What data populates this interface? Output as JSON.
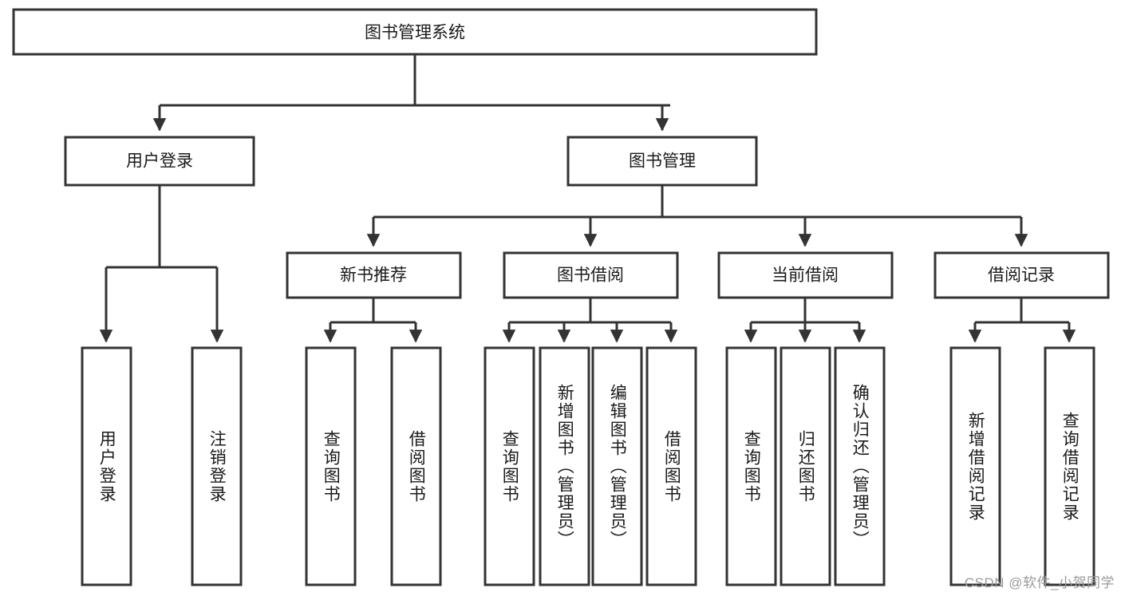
{
  "diagram": {
    "title": "图书管理系统",
    "type": "tree-hierarchy",
    "background_color": "#ffffff",
    "stroke_color": "#333333",
    "text_color": "#1a1a1a",
    "root": {
      "label": "图书管理系统",
      "level": 1
    },
    "level2": [
      {
        "label": "用户登录"
      },
      {
        "label": "图书管理"
      }
    ],
    "level3": [
      {
        "label": "新书推荐"
      },
      {
        "label": "图书借阅"
      },
      {
        "label": "当前借阅"
      },
      {
        "label": "借阅记录"
      }
    ],
    "leaves": {
      "user_login": [
        {
          "label": "用户登录"
        },
        {
          "label": "注销登录"
        }
      ],
      "new_book_recommend": [
        {
          "label": "查询图书"
        },
        {
          "label": "借阅图书"
        }
      ],
      "book_borrow": [
        {
          "label": "查询图书"
        },
        {
          "label": "新增图书（管理员）"
        },
        {
          "label": "编辑图书（管理员）"
        },
        {
          "label": "借阅图书"
        }
      ],
      "current_borrow": [
        {
          "label": "查询图书"
        },
        {
          "label": "归还图书"
        },
        {
          "label": "确认归还（管理员）"
        }
      ],
      "borrow_record": [
        {
          "label": "新增借阅记录"
        },
        {
          "label": "查询借阅记录"
        }
      ]
    }
  },
  "watermark": {
    "text": "CSDN @软件_小贺同学"
  }
}
